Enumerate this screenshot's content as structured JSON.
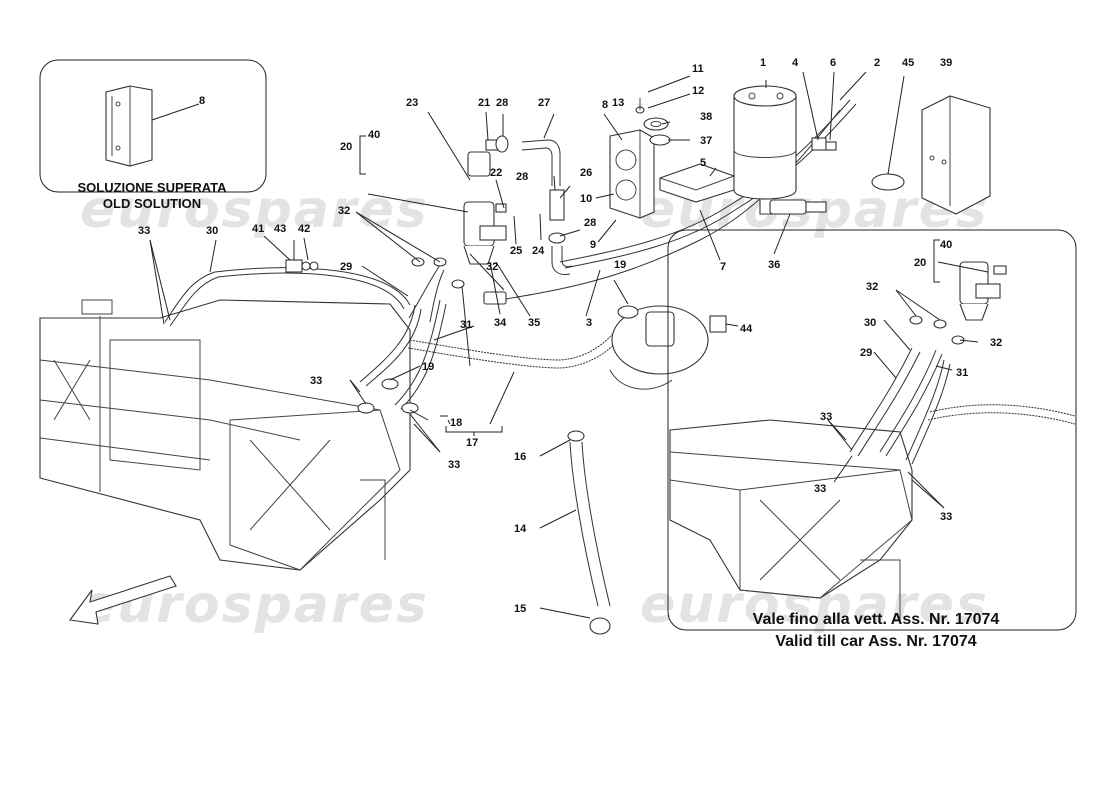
{
  "watermarks": [
    "eurospares",
    "eurospares",
    "eurospares",
    "eurospares"
  ],
  "captions": {
    "old_solution_it": "SOLUZIONE SUPERATA",
    "old_solution_en": "OLD SOLUTION",
    "valid_it": "Vale fino alla vett. Ass. Nr. 17074",
    "valid_en": "Valid till car Ass. Nr. 17074"
  },
  "callouts": {
    "c1": "1",
    "c2": "2",
    "c3": "3",
    "c4": "4",
    "c5": "5",
    "c6": "6",
    "c7": "7",
    "c8": "8",
    "c8b": "8",
    "c9": "9",
    "c10": "10",
    "c11": "11",
    "c12": "12",
    "c13": "13",
    "c14": "14",
    "c15": "15",
    "c16": "16",
    "c17": "17",
    "c18": "18",
    "c19": "19",
    "c19b": "19",
    "c20": "20",
    "c20b": "20",
    "c21": "21",
    "c22": "22",
    "c23": "23",
    "c24": "24",
    "c25": "25",
    "c26": "26",
    "c27": "27",
    "c28": "28",
    "c28b": "28",
    "c28c": "28",
    "c29": "29",
    "c29b": "29",
    "c30": "30",
    "c30b": "30",
    "c31": "31",
    "c31b": "31",
    "c32": "32",
    "c32b": "32",
    "c32c": "32",
    "c32d": "32",
    "c33": "33",
    "c33b": "33",
    "c33c": "33",
    "c33d": "33",
    "c33e": "33",
    "c33f": "33",
    "c34": "34",
    "c35": "35",
    "c36": "36",
    "c37": "37",
    "c38": "38",
    "c39": "39",
    "c40": "40",
    "c40b": "40",
    "c41": "41",
    "c42": "42",
    "c43": "43",
    "c44": "44",
    "c45": "45"
  }
}
